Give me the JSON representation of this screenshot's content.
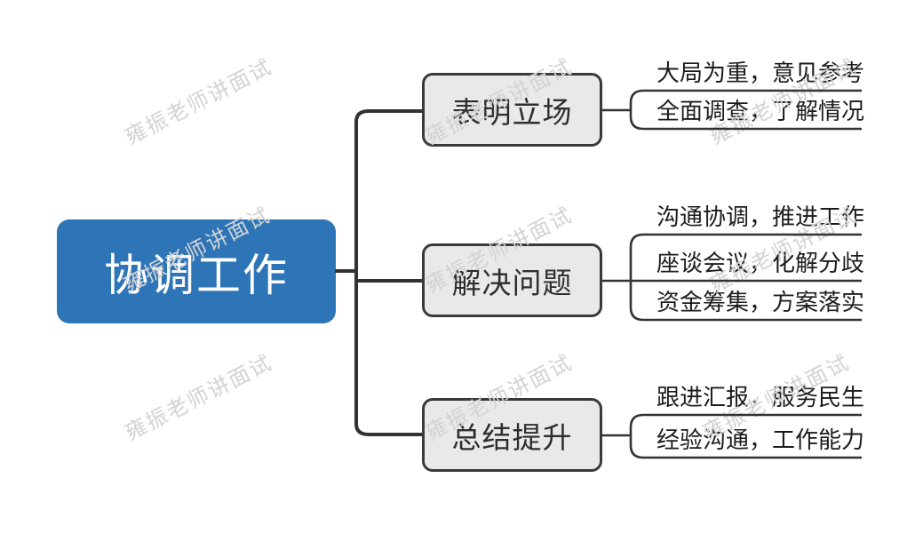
{
  "mindmap": {
    "root": {
      "label": "协调工作"
    },
    "branches": [
      {
        "label": "表明立场",
        "leaves": [
          "大局为重，意见参考",
          "全面调查，了解情况"
        ]
      },
      {
        "label": "解决问题",
        "leaves": [
          "沟通协调，推进工作",
          "座谈会议，化解分歧",
          "资金筹集，方案落实"
        ]
      },
      {
        "label": "总结提升",
        "leaves": [
          "跟进汇报，服务民生",
          "经验沟通，工作能力"
        ]
      }
    ]
  },
  "watermark": {
    "text": "雍振老师讲面试"
  },
  "colors": {
    "background": "#FFFFFF",
    "root_fill": "#2E75B8",
    "root_text": "#FFFFFF",
    "branch_fill": "#E9E9E9",
    "branch_border": "#3A3A3A",
    "line": "#333333",
    "leaf_text": "#1C1C1C",
    "watermark": "#D3D3D3"
  }
}
